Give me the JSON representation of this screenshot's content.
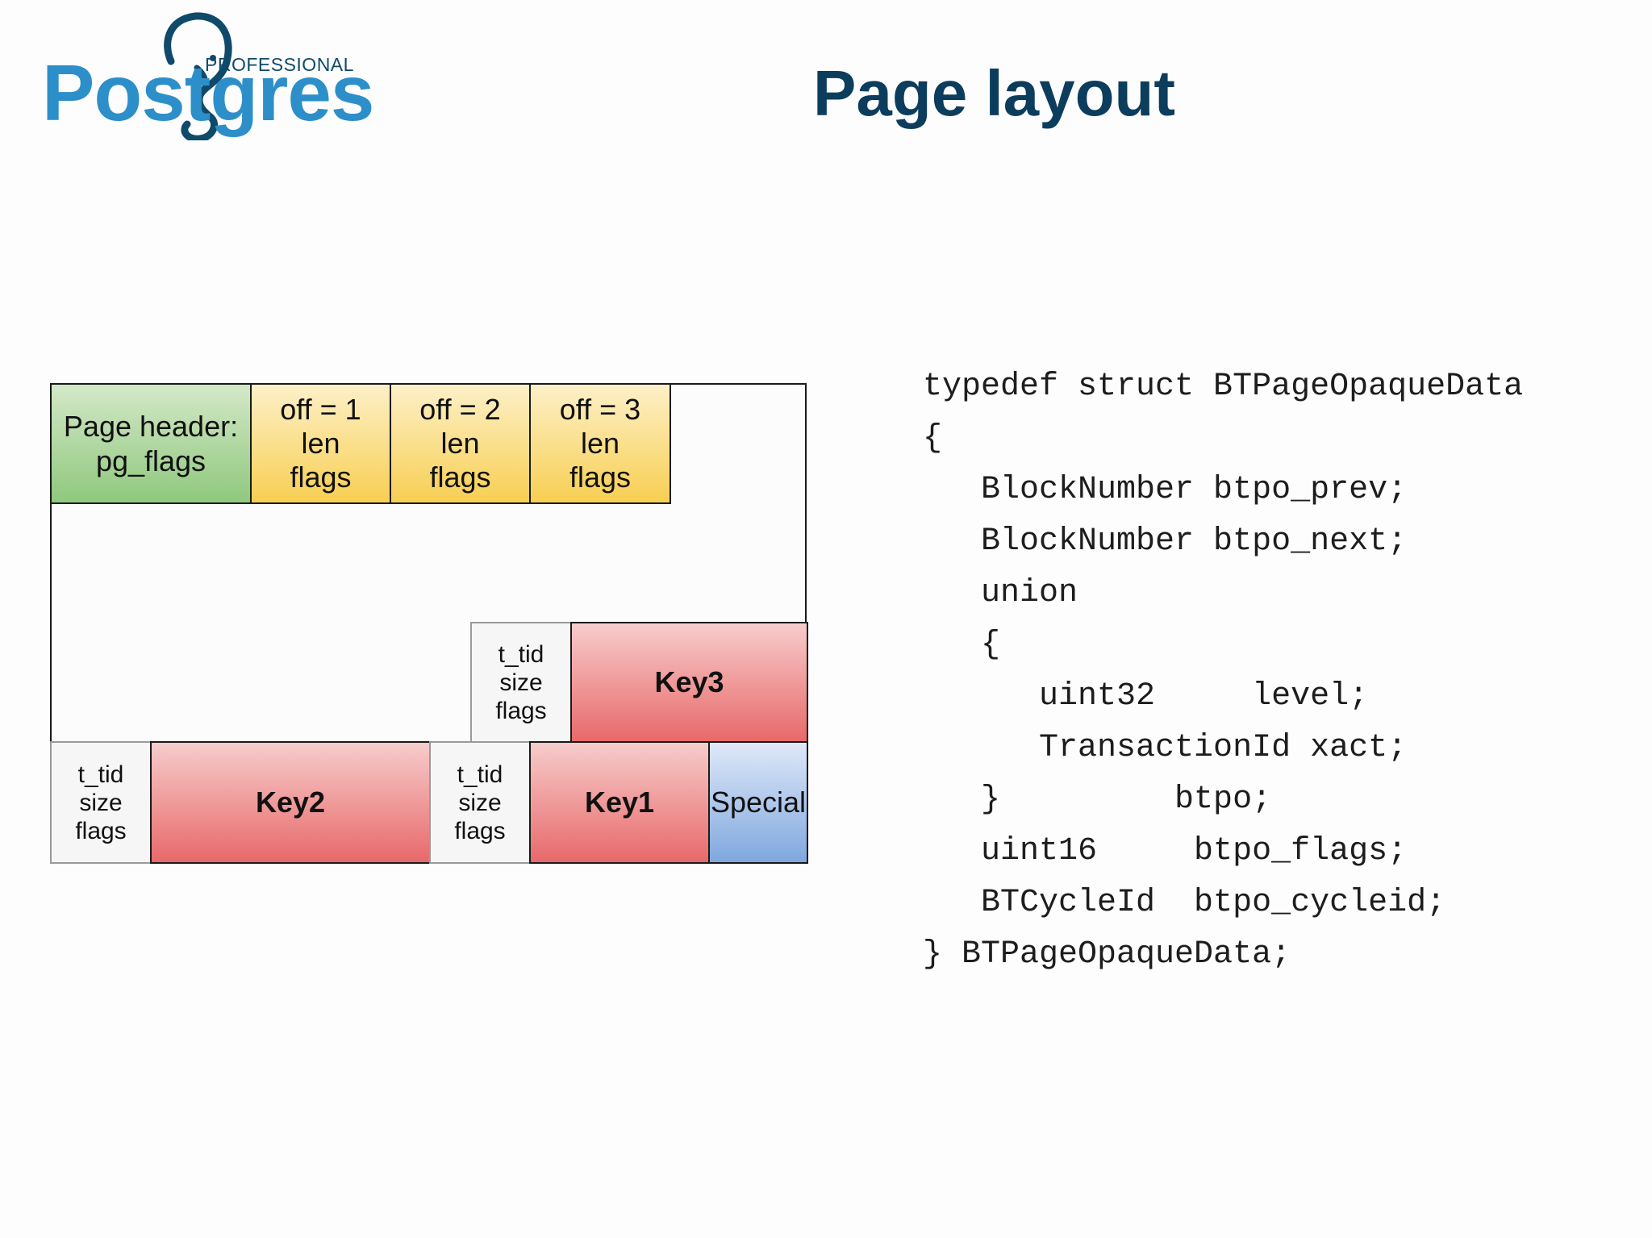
{
  "logo": {
    "word": "Postgres",
    "sub": "PROFESSIONAL"
  },
  "title": "Page layout",
  "diagram": {
    "page_header": [
      "Page header:",
      "pg_flags"
    ],
    "line_pointers": [
      [
        "off = 1",
        "len",
        "flags"
      ],
      [
        "off = 2",
        "len",
        "flags"
      ],
      [
        "off = 3",
        "len",
        "flags"
      ]
    ],
    "tuple_header": [
      "t_tid",
      "size",
      "flags"
    ],
    "keys": {
      "key3": "Key3",
      "key2": "Key2",
      "key1": "Key1"
    },
    "special": "Special"
  },
  "code": [
    "typedef struct BTPageOpaqueData",
    "{",
    "   BlockNumber btpo_prev;",
    "   BlockNumber btpo_next;",
    "   union",
    "   {",
    "      uint32     level;",
    "      TransactionId xact;",
    "   }         btpo;",
    "   uint16     btpo_flags;",
    "   BTCycleId  btpo_cycleid;",
    "} BTPageOpaqueData;"
  ],
  "colors": {
    "logo_blue": "#2d8fc9",
    "logo_dark": "#0f4a6a",
    "title": "#0d3d5c",
    "header_green": "#8fc87d",
    "pointer_yellow": "#f8cf52",
    "key_red": "#e8696a",
    "special_blue": "#7fa8de"
  }
}
